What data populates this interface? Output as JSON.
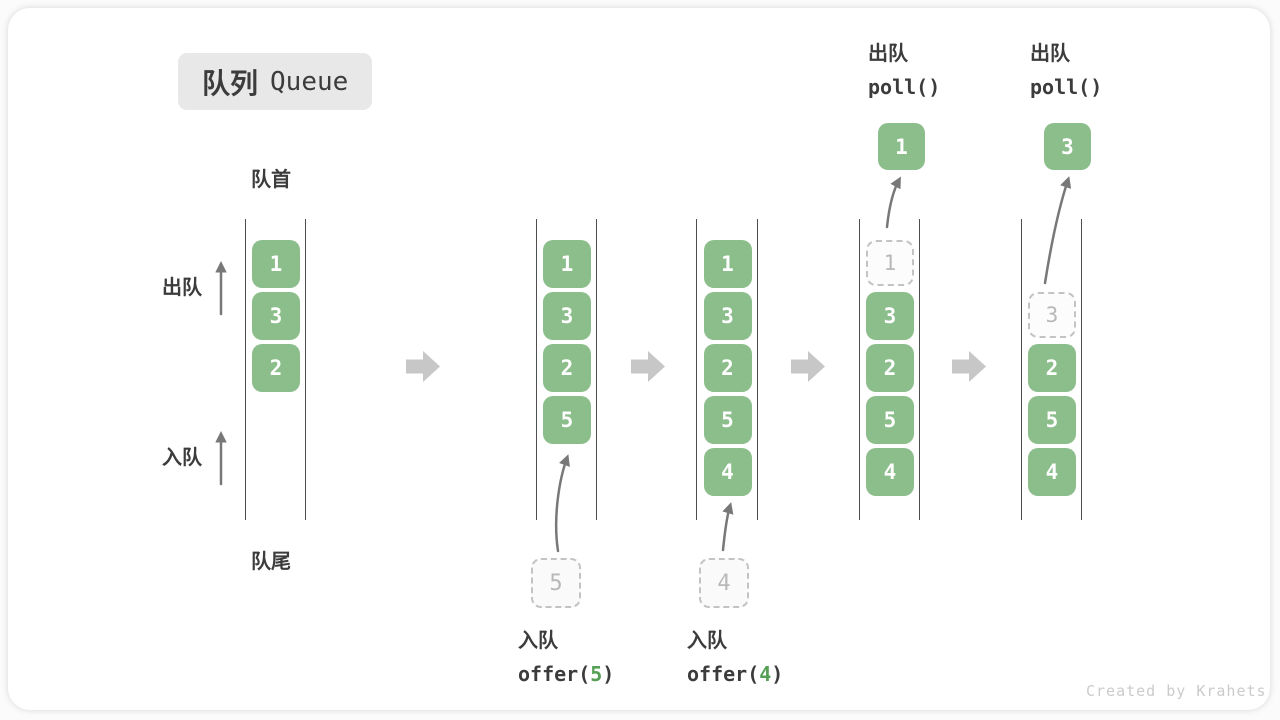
{
  "title": {
    "zh": "队列",
    "en": "Queue"
  },
  "side_labels": {
    "front": "队首",
    "rear": "队尾",
    "dequeue": "出队",
    "enqueue": "入队"
  },
  "watermark": "Created by Krahets",
  "colors": {
    "box_green": "#8CBE8C",
    "code_green": "#55A055",
    "text_dark": "#3C3C3C",
    "title_bg": "#E8E8E8",
    "watermark_gray": "#CBCBCB"
  },
  "queues": [
    {
      "name": "state-initial",
      "boxes": [
        {
          "slot": 1,
          "value": "1",
          "ghost": false
        },
        {
          "slot": 2,
          "value": "3",
          "ghost": false
        },
        {
          "slot": 3,
          "value": "2",
          "ghost": false
        }
      ]
    },
    {
      "name": "state-after-offer-5",
      "boxes": [
        {
          "slot": 1,
          "value": "1",
          "ghost": false
        },
        {
          "slot": 2,
          "value": "3",
          "ghost": false
        },
        {
          "slot": 3,
          "value": "2",
          "ghost": false
        },
        {
          "slot": 4,
          "value": "5",
          "ghost": false
        }
      ],
      "pending_value": "5",
      "bottom_op": {
        "zh": "入队",
        "code_pre": "offer(",
        "code_arg": "5",
        "code_post": ")"
      }
    },
    {
      "name": "state-after-offer-4",
      "boxes": [
        {
          "slot": 1,
          "value": "1",
          "ghost": false
        },
        {
          "slot": 2,
          "value": "3",
          "ghost": false
        },
        {
          "slot": 3,
          "value": "2",
          "ghost": false
        },
        {
          "slot": 4,
          "value": "5",
          "ghost": false
        },
        {
          "slot": 5,
          "value": "4",
          "ghost": false
        }
      ],
      "pending_value": "4",
      "bottom_op": {
        "zh": "入队",
        "code_pre": "offer(",
        "code_arg": "4",
        "code_post": ")"
      }
    },
    {
      "name": "state-poll-1",
      "boxes": [
        {
          "slot": 1,
          "value": "1",
          "ghost": true
        },
        {
          "slot": 2,
          "value": "3",
          "ghost": false
        },
        {
          "slot": 3,
          "value": "2",
          "ghost": false
        },
        {
          "slot": 4,
          "value": "5",
          "ghost": false
        },
        {
          "slot": 5,
          "value": "4",
          "ghost": false
        }
      ],
      "extracted_value": "1",
      "top_op": {
        "zh": "出队",
        "code": "poll()"
      }
    },
    {
      "name": "state-poll-3",
      "boxes": [
        {
          "slot": 2,
          "value": "3",
          "ghost": true
        },
        {
          "slot": 3,
          "value": "2",
          "ghost": false
        },
        {
          "slot": 4,
          "value": "5",
          "ghost": false
        },
        {
          "slot": 5,
          "value": "4",
          "ghost": false
        }
      ],
      "extracted_value": "3",
      "top_op": {
        "zh": "出队",
        "code": "poll()"
      }
    }
  ]
}
